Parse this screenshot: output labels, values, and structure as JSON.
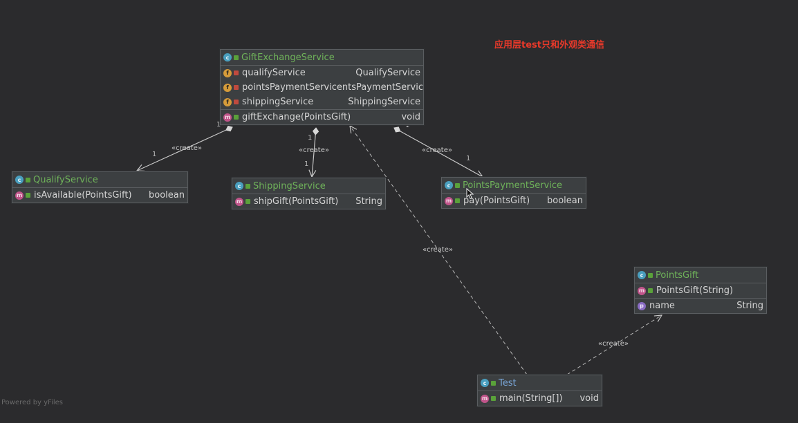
{
  "note": "应用层test只和外观类通信",
  "watermark": "Powered by yFiles",
  "classes": {
    "gift_exchange_service": {
      "name": "GiftExchangeService",
      "icon": "class-icon",
      "fields": [
        {
          "name": "qualifyService",
          "type": "QualifyService"
        },
        {
          "name": "pointsPaymentService",
          "type": "ntsPaymentService"
        },
        {
          "name": "shippingService",
          "type": "ShippingService"
        }
      ],
      "methods": [
        {
          "name": "giftExchange(PointsGift)",
          "type": "void"
        }
      ]
    },
    "qualify_service": {
      "name": "QualifyService",
      "methods": [
        {
          "name": "isAvailable(PointsGift)",
          "type": "boolean"
        }
      ]
    },
    "shipping_service": {
      "name": "ShippingService",
      "methods": [
        {
          "name": "shipGift(PointsGift)",
          "type": "String"
        }
      ]
    },
    "points_payment_service": {
      "name": "PointsPaymentService",
      "methods": [
        {
          "name": "pay(PointsGift)",
          "type": "boolean"
        }
      ]
    },
    "points_gift": {
      "name": "PointsGift",
      "constructors": [
        {
          "name": "PointsGift(String)"
        }
      ],
      "properties": [
        {
          "name": "name",
          "type": "String"
        }
      ]
    },
    "test": {
      "name": "Test",
      "methods": [
        {
          "name": "main(String[])",
          "type": "void"
        }
      ]
    }
  },
  "edges": {
    "create_label": "«create»",
    "mult_one": "1"
  },
  "colors": {
    "background": "#2b2b2d",
    "class_name": "#6fb35a",
    "note": "#e8392a"
  }
}
